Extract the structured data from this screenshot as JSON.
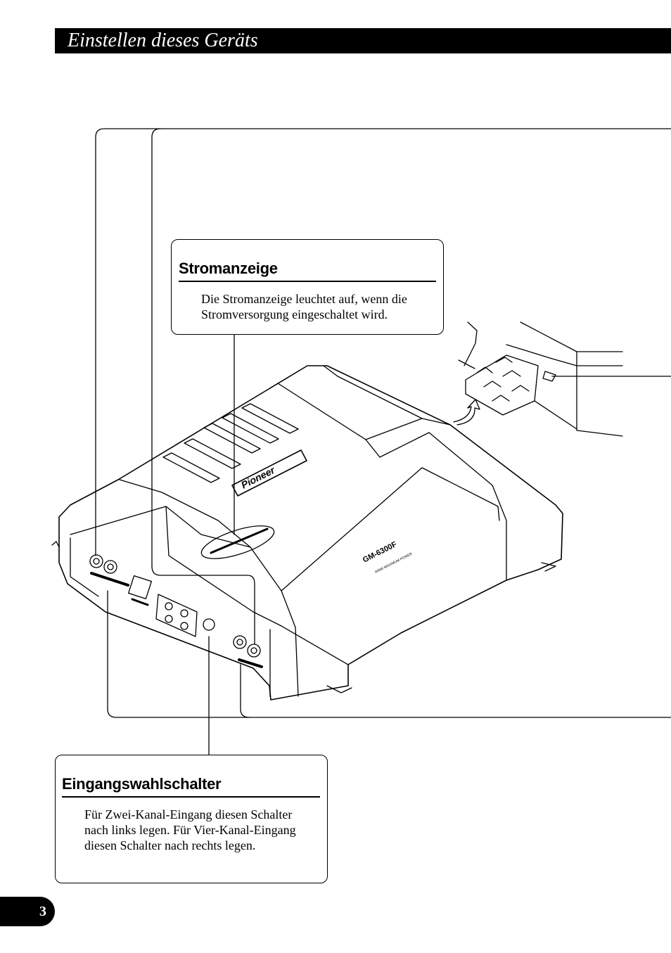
{
  "header": {
    "title": "Einstellen dieses Geräts"
  },
  "callouts": {
    "stromanzeige": {
      "heading": "Stromanzeige",
      "body": "Die Stromanzeige leuchtet auf, wenn die Stromversorgung eingeschaltet wird."
    },
    "eingangswahlschalter": {
      "heading": "Eingangswahlschalter",
      "body": "Für Zwei-Kanal-Eingang diesen Schalter nach links legen. Für Vier-Kanal-Eingang diesen Schalter nach rechts legen."
    }
  },
  "illustration": {
    "brand": "Pioneer",
    "model": "GM-6300F",
    "power_rating": "600W MAXIMUM POWER"
  },
  "footer": {
    "page_number": "3"
  }
}
